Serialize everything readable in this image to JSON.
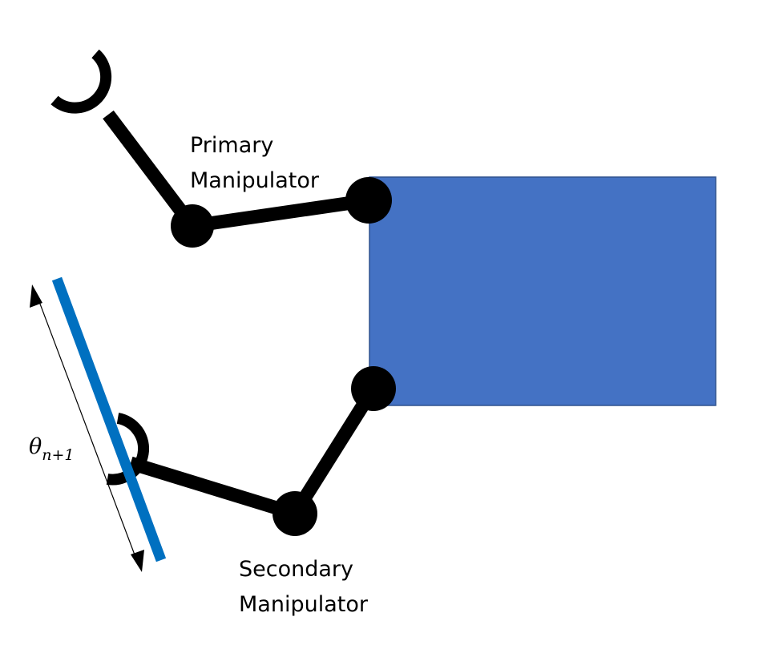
{
  "labels": {
    "primary_line1": "Primary",
    "primary_line2": "Manipulator",
    "secondary_line1": "Secondary",
    "secondary_line2": "Manipulator",
    "angle_symbol": "θ",
    "angle_subscript": "n+1"
  },
  "colors": {
    "body": "#4472C4",
    "body_stroke": "#2F528F",
    "bar": "#0070C0",
    "arm": "#000000",
    "background": "#FFFFFF"
  }
}
